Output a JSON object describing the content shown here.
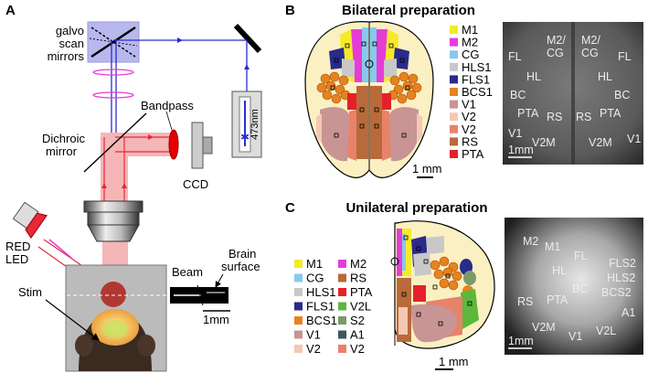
{
  "panel_a": {
    "letter": "A",
    "galvo_label": [
      "galvo",
      "scan",
      "mirrors"
    ],
    "bandpass_label": "Bandpass",
    "dichroic_label": [
      "Dichroic",
      "mirror"
    ],
    "ccd_label": "CCD",
    "laser_label": "473nm",
    "red_led_label": [
      "RED",
      "LED"
    ],
    "stim_label": "Stim",
    "beam_label": "Beam",
    "brain_surface_label": [
      "Brain",
      "surface"
    ],
    "scale_label": "1mm",
    "colors": {
      "blue_beam": "#2b2bd6",
      "red_light": "#e8283a",
      "red_fill": "#f4b6b6",
      "galvo_box": "#b8b8ee"
    }
  },
  "panel_b": {
    "letter": "B",
    "title": "Bilateral preparation",
    "scale_label": "1 mm",
    "photo_scale_label": "1mm",
    "legend": [
      {
        "label": "M1",
        "color": "#f4ea2a"
      },
      {
        "label": "M2",
        "color": "#e63cd6"
      },
      {
        "label": "CG",
        "color": "#88c8ee"
      },
      {
        "label": "HLS1",
        "color": "#c8c8c8"
      },
      {
        "label": "FLS1",
        "color": "#2a2a8a"
      },
      {
        "label": "BCS1",
        "color": "#e8821e"
      },
      {
        "label": "V1",
        "color": "#c89494"
      },
      {
        "label": "V2",
        "color": "#f4c8b4"
      },
      {
        "label": "V2",
        "color": "#e8826a"
      },
      {
        "label": "RS",
        "color": "#b86a3a"
      },
      {
        "label": "PTA",
        "color": "#e6202a"
      }
    ],
    "photo_labels": [
      "M2/",
      "CG",
      "M2/",
      "CG",
      "FL",
      "FL",
      "HL",
      "HL",
      "BC",
      "BC",
      "PTA",
      "PTA",
      "RS",
      "RS",
      "V1",
      "V1",
      "V2M",
      "V2M"
    ]
  },
  "panel_c": {
    "letter": "C",
    "title": "Unilateral preparation",
    "scale_label": "1 mm",
    "photo_scale_label": "1mm",
    "legend_left": [
      {
        "label": "M1",
        "color": "#f4ea2a"
      },
      {
        "label": "CG",
        "color": "#88c8ee"
      },
      {
        "label": "HLS1",
        "color": "#c8c8c8"
      },
      {
        "label": "FLS1",
        "color": "#2a2a8a"
      },
      {
        "label": "BCS1",
        "color": "#e8821e"
      },
      {
        "label": "V1",
        "color": "#c89494"
      },
      {
        "label": "V2",
        "color": "#f4c8b4"
      }
    ],
    "legend_right": [
      {
        "label": "M2",
        "color": "#e63cd6"
      },
      {
        "label": "RS",
        "color": "#b86a3a"
      },
      {
        "label": "PTA",
        "color": "#e6202a"
      },
      {
        "label": "V2L",
        "color": "#5cb83a"
      },
      {
        "label": "S2",
        "color": "#7a9a6a"
      },
      {
        "label": "A1",
        "color": "#3a5a5a"
      },
      {
        "label": "V2",
        "color": "#e8826a"
      }
    ],
    "photo_labels": [
      "M2",
      "M1",
      "FL",
      "HL",
      "FLS2",
      "HLS2",
      "BC",
      "BCS2",
      "RS",
      "PTA",
      "A1",
      "V2M",
      "V1",
      "V2L"
    ]
  }
}
